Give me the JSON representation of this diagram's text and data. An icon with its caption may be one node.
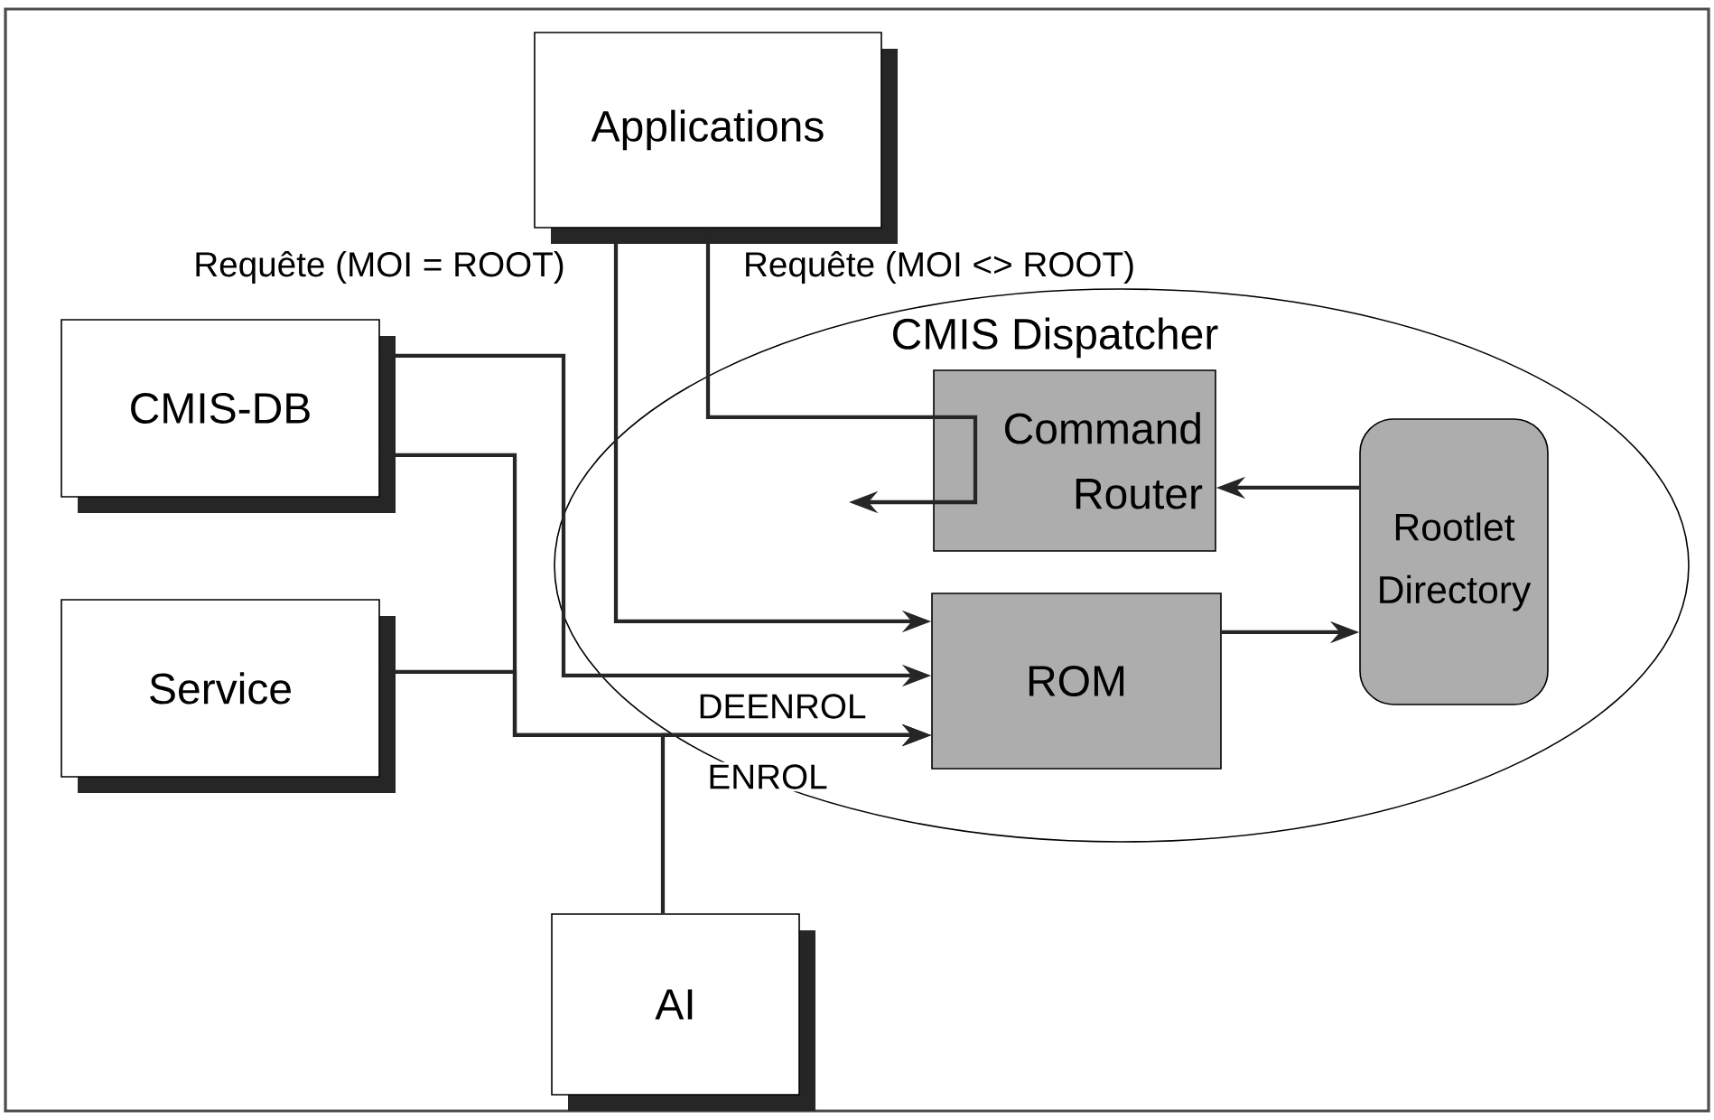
{
  "diagram": {
    "nodes": [
      {
        "text": [
          "Applications"
        ]
      },
      {
        "text": [
          "CMIS-DB"
        ]
      },
      {
        "text": [
          "CMIS Dispatcher"
        ]
      },
      {
        "text": [
          "Command Router"
        ],
        "in": 2
      },
      {
        "text": [
          "Rootlet Directory"
        ],
        "in": 2
      },
      {
        "text": [
          "Service"
        ]
      },
      {
        "text": [
          "ROM"
        ],
        "in": 2
      },
      {
        "text": [
          "AI"
        ]
      }
    ],
    "edges": [
      {
        "from": 0,
        "to": 6,
        "arrow": "to",
        "label": "Requête (MOI = ROOT)"
      },
      {
        "from": 0,
        "to": null,
        "arrow": "to",
        "label": "Requête (MOI <> ROOT)"
      },
      {
        "from": 4,
        "to": 3,
        "arrow": "to"
      },
      {
        "from": 6,
        "to": 4,
        "arrow": "to"
      },
      {
        "from": 1,
        "to": 6,
        "arrow": "to",
        "label": "DEENROL"
      },
      {
        "from": 1,
        "to": 6,
        "arrow": "to",
        "label": "ENROL"
      },
      {
        "from": 5,
        "to": 6,
        "arrow": "to"
      },
      {
        "from": 7,
        "to": 6,
        "arrow": "to"
      }
    ]
  }
}
